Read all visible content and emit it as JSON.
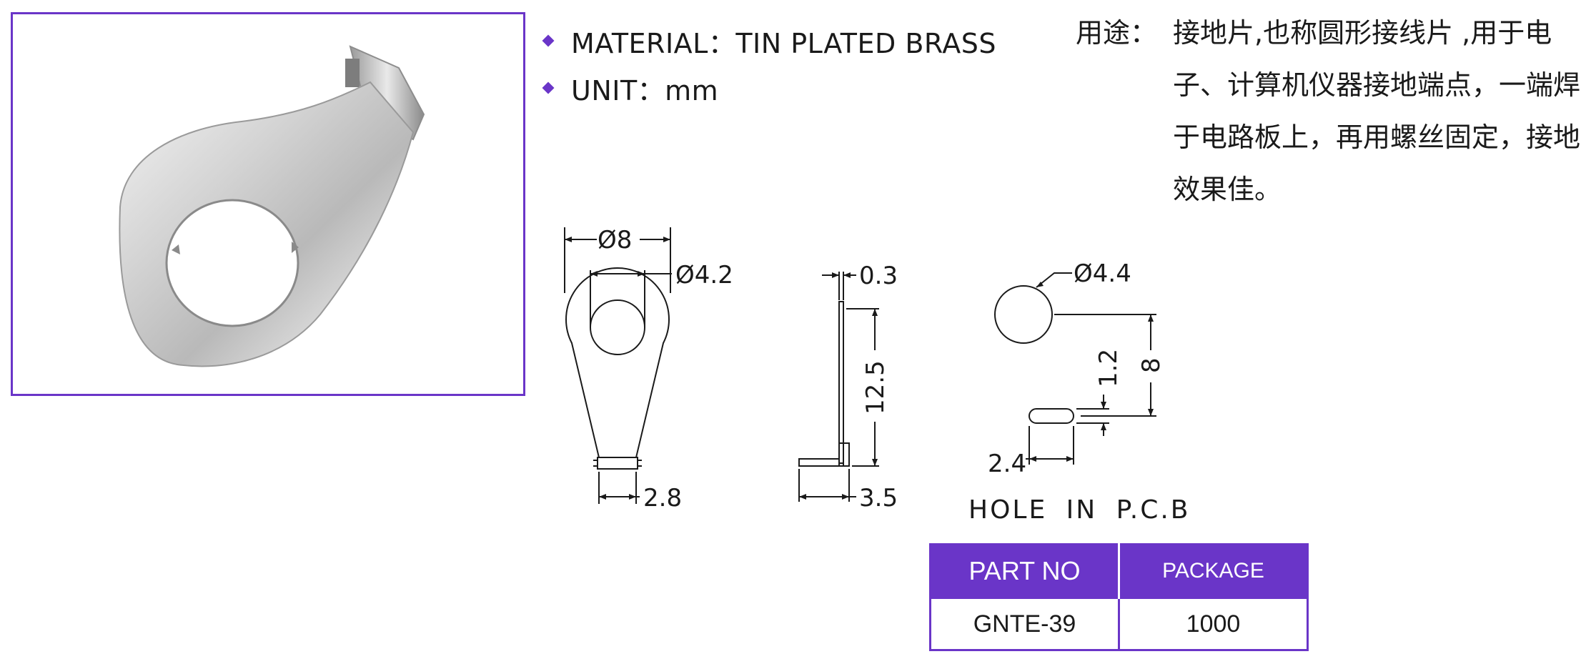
{
  "specs": {
    "material": "MATERIAL：TIN PLATED BRASS",
    "unit": "UNIT：mm"
  },
  "usage": {
    "label": "用途：",
    "text": "接地片,也称圆形接线片 ,用于电子、计算机仪器接地端点，一端焊于电路板上，再用螺丝固定，接地效果佳。"
  },
  "drawing": {
    "front": {
      "outer_dia": "Ø8",
      "inner_dia": "Ø4.2",
      "tab_width": "2.8"
    },
    "side": {
      "thickness": "0.3",
      "height": "12.5",
      "foot": "3.5"
    },
    "pcb": {
      "hole_dia": "Ø4.4",
      "slot_height": "1.2",
      "pitch": "8",
      "slot_width": "2.4",
      "caption": "HOLE  IN  P.C.B"
    }
  },
  "table": {
    "headers": [
      "PART NO",
      "PACKAGE"
    ],
    "rows": [
      [
        "GNTE-39",
        "1000"
      ]
    ]
  },
  "colors": {
    "accent": "#6a35c8"
  }
}
